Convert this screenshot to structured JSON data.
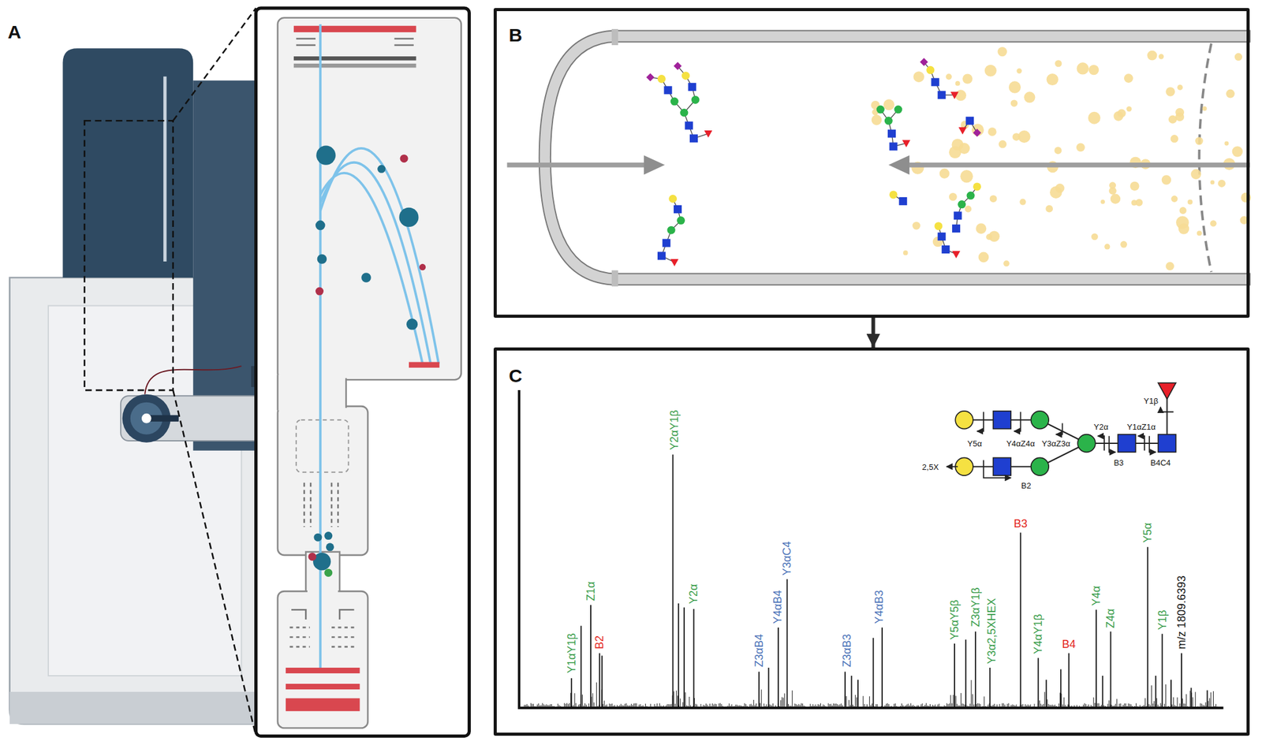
{
  "diagram": {
    "nodes": [
      {
        "text": [
          "B"
        ]
      },
      {
        "text": [
          "C"
        ]
      }
    ],
    "edges": [
      {
        "from": 0,
        "to": 1,
        "arrow": "to"
      }
    ],
    "labels": [
      "A",
      "Y1αY1β",
      "Z1α",
      "B2",
      "Y2αY1β",
      "Y2α",
      "Z3αB4",
      "Y4αB4",
      "Y3αC4",
      "Z3αB3",
      "Y4αB3",
      "Y5αY5β",
      "Z3αY1β",
      "Y3α2,5XHEX",
      "B3",
      "Y4αY1β",
      "B4",
      "Y4α",
      "Z4α",
      "Y5α",
      "Y1β",
      "m/z 1809.6393",
      "Y1β",
      "Y2α",
      "Y1αZ1α",
      "Y5α",
      "Y4αZ4α",
      "Y3αZ3α",
      "2,5X",
      "B2",
      "B3",
      "B4C4"
    ]
  }
}
